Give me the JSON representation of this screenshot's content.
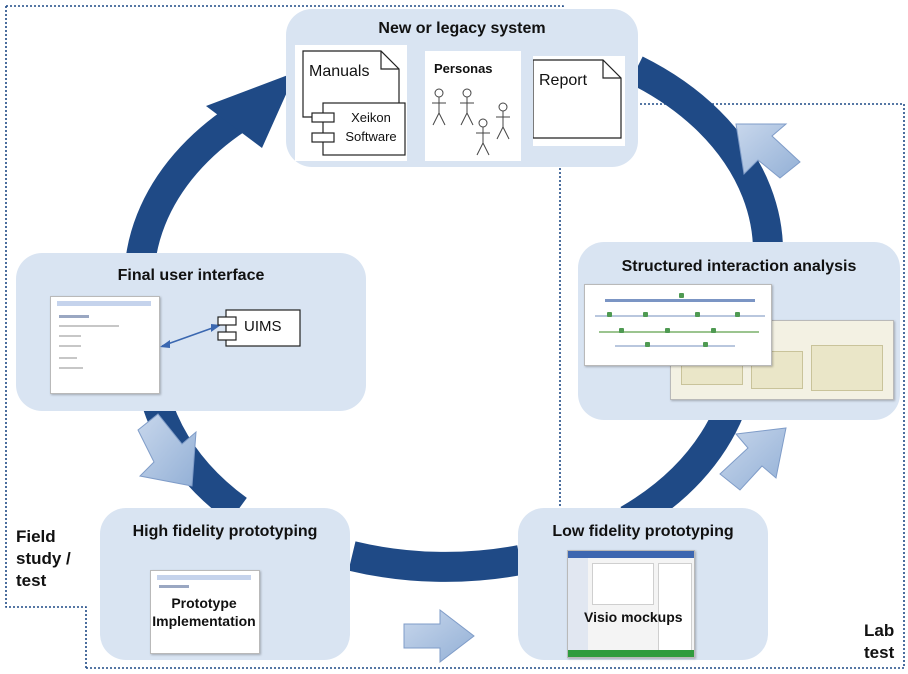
{
  "stages": {
    "legacy": {
      "title": "New or legacy system",
      "manuals_label": "Manuals",
      "component_label_line1": "Xeikon",
      "component_label_line2": "Software",
      "personas_label": "Personas",
      "report_label": "Report"
    },
    "structured": {
      "title": "Structured interaction analysis"
    },
    "low_fi": {
      "title": "Low fidelity prototyping",
      "caption": "Visio mockups"
    },
    "high_fi": {
      "title": "High fidelity prototyping",
      "caption_line1": "Prototype",
      "caption_line2": "Implementation"
    },
    "final_ui": {
      "title": "Final user interface",
      "component_label": "UIMS"
    }
  },
  "regions": {
    "field_line1": "Field",
    "field_line2": "study /",
    "field_line3": "test",
    "lab_line1": "Lab",
    "lab_line2": "test"
  },
  "colors": {
    "cycle_arrow": "#1f4a86",
    "box_fill": "#d9e4f2",
    "light_arrow": "#a9c0de",
    "dotted_border": "#1f4a86"
  }
}
